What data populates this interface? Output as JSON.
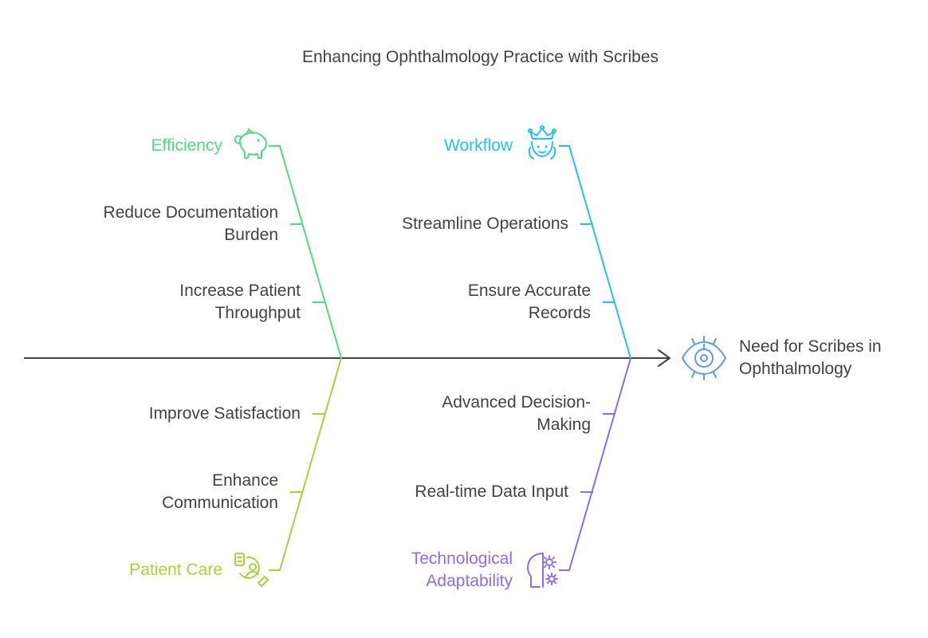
{
  "title": "Enhancing Ophthalmology Practice with Scribes",
  "effect": {
    "line1": "Need for Scribes in",
    "line2": "Ophthalmology",
    "icon": "eye-icon"
  },
  "colors": {
    "efficiency": "#4ADE80",
    "workflow": "#22C3EE",
    "patient_care": "#A3D635",
    "technological": "#8B6CF6",
    "spine": "#424242",
    "effect_icon": "#5B9BF3",
    "text": "#424242"
  },
  "categories": {
    "efficiency": {
      "label": "Efficiency",
      "icon": "piggy-bank-icon",
      "causes": [
        {
          "line1": "Reduce Documentation",
          "line2": "Burden"
        },
        {
          "line1": "Increase Patient",
          "line2": "Throughput"
        }
      ]
    },
    "workflow": {
      "label": "Workflow",
      "icon": "crown-person-icon",
      "causes": [
        {
          "line1": "Streamline Operations",
          "line2": ""
        },
        {
          "line1": "Ensure Accurate",
          "line2": "Records"
        }
      ]
    },
    "patient_care": {
      "label": "Patient Care",
      "icon": "patient-record-icon",
      "causes": [
        {
          "line1": "Improve Satisfaction",
          "line2": ""
        },
        {
          "line1": "Enhance",
          "line2": "Communication"
        }
      ]
    },
    "technological": {
      "label_line1": "Technological",
      "label_line2": "Adaptability",
      "icon": "head-gear-icon",
      "causes": [
        {
          "line1": "Advanced Decision-",
          "line2": "Making"
        },
        {
          "line1": "Real-time Data Input",
          "line2": ""
        }
      ]
    }
  }
}
